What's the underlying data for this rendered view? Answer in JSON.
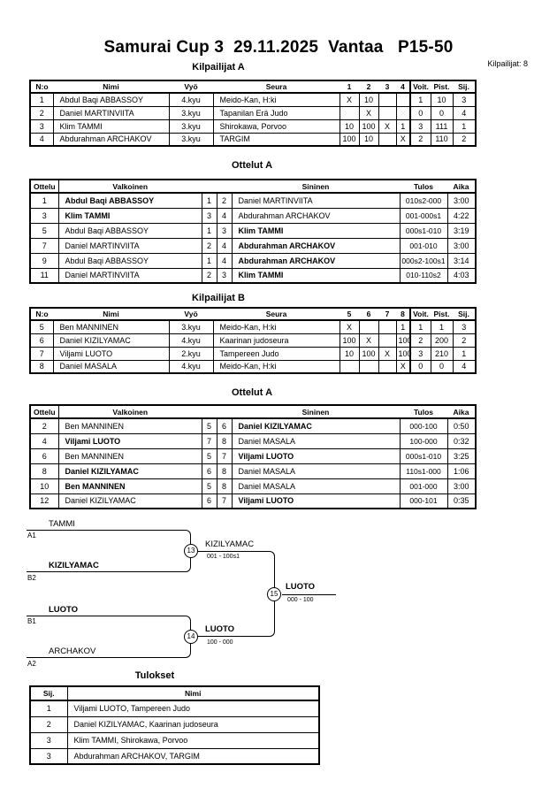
{
  "page": {
    "title": "Samurai Cup 3  29.11.2025  Vantaa   P15-50",
    "competitors_note": "Kilpailijat: 8"
  },
  "sections": {
    "kilpailijat_a_heading": "Kilpailijat A",
    "ottelut_a_heading": "Ottelut A",
    "kilpailijat_b_heading": "Kilpailijat B",
    "ottelut_b_heading": "Ottelut A",
    "tulokset_heading": "Tulokset"
  },
  "kilpailijat_a": {
    "headers": [
      "N:o",
      "Nimi",
      "Vyö",
      "Seura",
      "1",
      "2",
      "3",
      "4",
      "Voit.",
      "Pist.",
      "Sij."
    ],
    "rows": [
      {
        "c": [
          "1",
          "Abdul Baqi ABBASSOY",
          "4.kyu",
          "Meido-Kan, H:ki",
          "X",
          "10",
          "",
          "",
          "1",
          "10",
          "3"
        ]
      },
      {
        "c": [
          "2",
          "Daniel MARTINVIITA",
          "3.kyu",
          "Tapanilan Erä Judo",
          "",
          "X",
          "",
          "",
          "0",
          "0",
          "4"
        ]
      },
      {
        "c": [
          "3",
          "Klim TAMMI",
          "3.kyu",
          "Shirokawa, Porvoo",
          "10",
          "100",
          "X",
          "1",
          "3",
          "111",
          "1"
        ]
      },
      {
        "c": [
          "4",
          "Abdurahman ARCHAKOV",
          "3.kyu",
          "TARGIM",
          "100",
          "10",
          "",
          "X",
          "2",
          "110",
          "2"
        ]
      }
    ]
  },
  "ottelut_a": {
    "headers": [
      "Ottelu",
      "Valkoinen",
      "",
      "",
      "Sininen",
      "Tulos",
      "Aika"
    ],
    "rows": [
      {
        "c": [
          "1",
          "Abdul Baqi ABBASSOY",
          "1",
          "2",
          "Daniel MARTINVIITA",
          "010s2-000",
          "3:00"
        ],
        "b": 1
      },
      {
        "c": [
          "3",
          "Klim TAMMI",
          "3",
          "4",
          "Abdurahman ARCHAKOV",
          "001-000s1",
          "4:22"
        ],
        "b": 1
      },
      {
        "c": [
          "5",
          "Abdul Baqi ABBASSOY",
          "1",
          "3",
          "Klim TAMMI",
          "000s1-010",
          "3:19"
        ],
        "b": 4
      },
      {
        "c": [
          "7",
          "Daniel MARTINVIITA",
          "2",
          "4",
          "Abdurahman ARCHAKOV",
          "001-010",
          "3:00"
        ],
        "b": 4
      },
      {
        "c": [
          "9",
          "Abdul Baqi ABBASSOY",
          "1",
          "4",
          "Abdurahman ARCHAKOV",
          "000s2-100s1",
          "3:14"
        ],
        "b": 4
      },
      {
        "c": [
          "11",
          "Daniel MARTINVIITA",
          "2",
          "3",
          "Klim TAMMI",
          "010-110s2",
          "4:03"
        ],
        "b": 4
      }
    ]
  },
  "kilpailijat_b": {
    "headers": [
      "N:o",
      "Nimi",
      "Vyö",
      "Seura",
      "5",
      "6",
      "7",
      "8",
      "Voit.",
      "Pist.",
      "Sij."
    ],
    "rows": [
      {
        "c": [
          "5",
          "Ben MANNINEN",
          "3.kyu",
          "Meido-Kan, H:ki",
          "X",
          "",
          "",
          "1",
          "1",
          "1",
          "3"
        ]
      },
      {
        "c": [
          "6",
          "Daniel KIZILYAMAC",
          "4.kyu",
          "Kaarinan judoseura",
          "100",
          "X",
          "",
          "100",
          "2",
          "200",
          "2"
        ]
      },
      {
        "c": [
          "7",
          "Viljami LUOTO",
          "2.kyu",
          "Tampereen Judo",
          "10",
          "100",
          "X",
          "100",
          "3",
          "210",
          "1"
        ]
      },
      {
        "c": [
          "8",
          "Daniel MASALA",
          "4.kyu",
          "Meido-Kan, H:ki",
          "",
          "",
          "",
          "X",
          "0",
          "0",
          "4"
        ]
      }
    ]
  },
  "ottelut_b": {
    "headers": [
      "Ottelu",
      "Valkoinen",
      "",
      "",
      "Sininen",
      "Tulos",
      "Aika"
    ],
    "rows": [
      {
        "c": [
          "2",
          "Ben MANNINEN",
          "5",
          "6",
          "Daniel KIZILYAMAC",
          "000-100",
          "0:50"
        ],
        "b": 4
      },
      {
        "c": [
          "4",
          "Viljami LUOTO",
          "7",
          "8",
          "Daniel MASALA",
          "100-000",
          "0:32"
        ],
        "b": 1
      },
      {
        "c": [
          "6",
          "Ben MANNINEN",
          "5",
          "7",
          "Viljami LUOTO",
          "000s1-010",
          "3:25"
        ],
        "b": 4
      },
      {
        "c": [
          "8",
          "Daniel KIZILYAMAC",
          "6",
          "8",
          "Daniel MASALA",
          "110s1-000",
          "1:06"
        ],
        "b": 1
      },
      {
        "c": [
          "10",
          "Ben MANNINEN",
          "5",
          "8",
          "Daniel MASALA",
          "001-000",
          "3:00"
        ],
        "b": 1
      },
      {
        "c": [
          "12",
          "Daniel KIZILYAMAC",
          "6",
          "7",
          "Viljami LUOTO",
          "000-101",
          "0:35"
        ],
        "b": 4
      }
    ]
  },
  "bracket": {
    "entries": [
      {
        "name": "TAMMI",
        "seed": "A1"
      },
      {
        "name": "KIZILYAMAC",
        "seed": "B2"
      },
      {
        "name": "LUOTO",
        "seed": "B1"
      },
      {
        "name": "ARCHAKOV",
        "seed": "A2"
      }
    ],
    "semifinal_1": {
      "number": "13",
      "winner": "KIZILYAMAC",
      "score": "001 - 100s1"
    },
    "semifinal_2": {
      "number": "14",
      "winner": "LUOTO",
      "score": "100 - 000"
    },
    "final": {
      "number": "15",
      "winner": "LUOTO",
      "score": "000 - 100"
    }
  },
  "tulokset": {
    "headers": [
      "Sij.",
      "Nimi"
    ],
    "rows": [
      {
        "c": [
          "1",
          "Viljami LUOTO, Tampereen Judo"
        ]
      },
      {
        "c": [
          "2",
          "Daniel KIZILYAMAC, Kaarinan judoseura"
        ]
      },
      {
        "c": [
          "3",
          "Klim TAMMI, Shirokawa, Porvoo"
        ]
      },
      {
        "c": [
          "3",
          "Abdurahman ARCHAKOV, TARGIM"
        ]
      }
    ]
  },
  "colors": {
    "ink": "#000000",
    "paper": "#ffffff"
  }
}
